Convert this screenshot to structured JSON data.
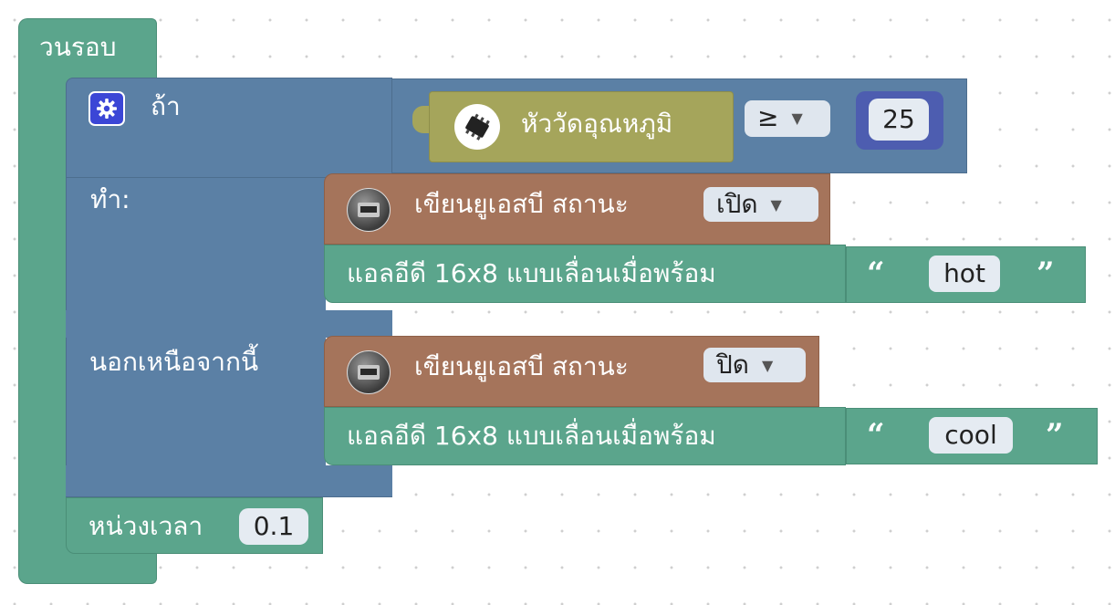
{
  "loop": {
    "label": "วนรอบ"
  },
  "if_block": {
    "if_label": "ถ้า",
    "do_label": "ทำ:",
    "else_label": "นอกเหนือจากนี้"
  },
  "condition": {
    "sensor_label": "หัววัดอุณหภูมิ",
    "operator": "≥",
    "value": "25"
  },
  "then_branch": {
    "usb_label": "เขียนยูเอสบี  สถานะ",
    "usb_state": "เปิด",
    "led_label": "แอลอีดี 16x8 แบบเลื่อนเมื่อพร้อม",
    "text": "hot"
  },
  "else_branch": {
    "usb_label": "เขียนยูเอสบี  สถานะ",
    "usb_state": "ปิด",
    "led_label": "แอลอีดี 16x8 แบบเลื่อนเมื่อพร้อม",
    "text": "cool"
  },
  "delay": {
    "label": "หน่วงเวลา",
    "value": "0.1"
  },
  "quotes": {
    "open": "“",
    "close": "”"
  },
  "colors": {
    "loop_green": "#5ba58c",
    "logic_blue": "#5b80a5",
    "sensor_olive": "#a5a55b",
    "usb_brown": "#a5745b",
    "number_navy": "#4d5db0",
    "gear_blue": "#3b46d6"
  }
}
